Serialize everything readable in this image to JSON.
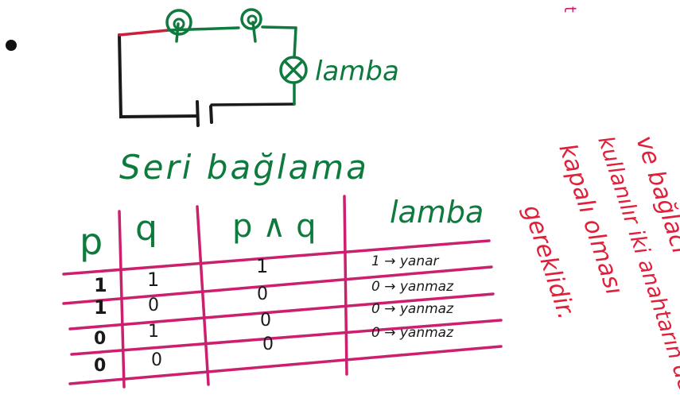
{
  "colors": {
    "green": "#0e7a3e",
    "ink": "#1a1a1a",
    "magenta": "#cc1f6e",
    "red": "#e0203a"
  },
  "circuit": {
    "lamp_label": "lamba"
  },
  "caption": "Seri bağlama",
  "table": {
    "headers": [
      "p",
      "q",
      "p ∧ q",
      "lamba"
    ],
    "rows": [
      [
        "1",
        "1",
        "1",
        "1 → yanar"
      ],
      [
        "1",
        "0",
        "0",
        "0 → yanmaz"
      ],
      [
        "0",
        "1",
        "0",
        "0 → yanmaz"
      ],
      [
        "0",
        "0",
        "0",
        "0 → yanmaz"
      ]
    ]
  },
  "side_note": {
    "lines": [
      "ve bağlacı",
      "kullanılır iki anahtarın de",
      "kapalı olması",
      "gereklidir."
    ]
  },
  "corner_mark": "t"
}
